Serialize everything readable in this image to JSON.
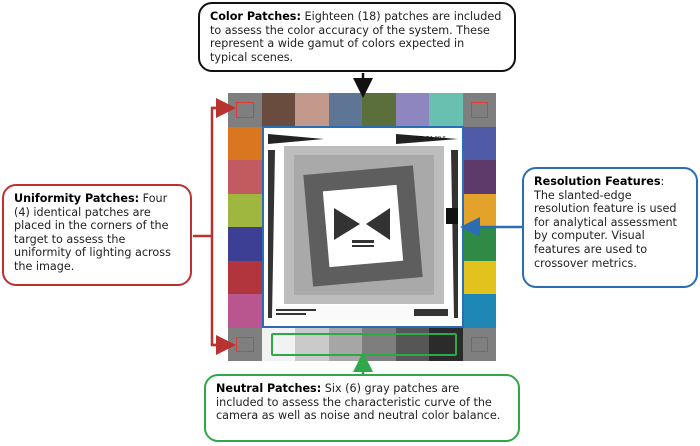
{
  "callouts": {
    "color": {
      "title": "Color Patches:",
      "body": "Eighteen (18) patches are included to assess the color accuracy  of the system.  These represent a wide gamut of colors expected in typical scenes."
    },
    "uniformity": {
      "title": "Uniformity Patches:",
      "body": "Four (4) identical patches are placed in the corners of the target to assess the uniformity of lighting across the image."
    },
    "resolution": {
      "title": "Resolution Features",
      "colon": ":",
      "body": "The slanted-edge resolution feature is used for analytical assessment by computer.  Visual features are used to crossover metrics."
    },
    "neutral": {
      "title": "Neutral Patches:",
      "body": "Six (6) gray patches are included to assess the characteristic curve of the camera as well as noise and neutral color balance."
    }
  },
  "target": {
    "label": "IMG-QA-90-5",
    "top_colors": [
      "#6a4c3f",
      "#c2998a",
      "#5f7596",
      "#5a6f3a",
      "#8d86bf",
      "#69c0b0"
    ],
    "left_colors": [
      "#d9761f",
      "#c25a62",
      "#9fb63f",
      "#3c3f93",
      "#b2343c",
      "#b9568f"
    ],
    "right_colors": [
      "#4f5ba6",
      "#5e3a6b",
      "#e3a22a",
      "#2e8a45",
      "#e2c21c",
      "#1f87b4"
    ],
    "neutral_colors": [
      "#f2f2f2",
      "#cacaca",
      "#a6a6a6",
      "#7e7e7e",
      "#565656",
      "#2b2b2b"
    ],
    "corner_color": "#7f7f7f",
    "accent_colors": {
      "color_callout": "#111111",
      "uniformity": "#b83230",
      "resolution": "#2a6db5",
      "neutral": "#2fa84a"
    }
  }
}
